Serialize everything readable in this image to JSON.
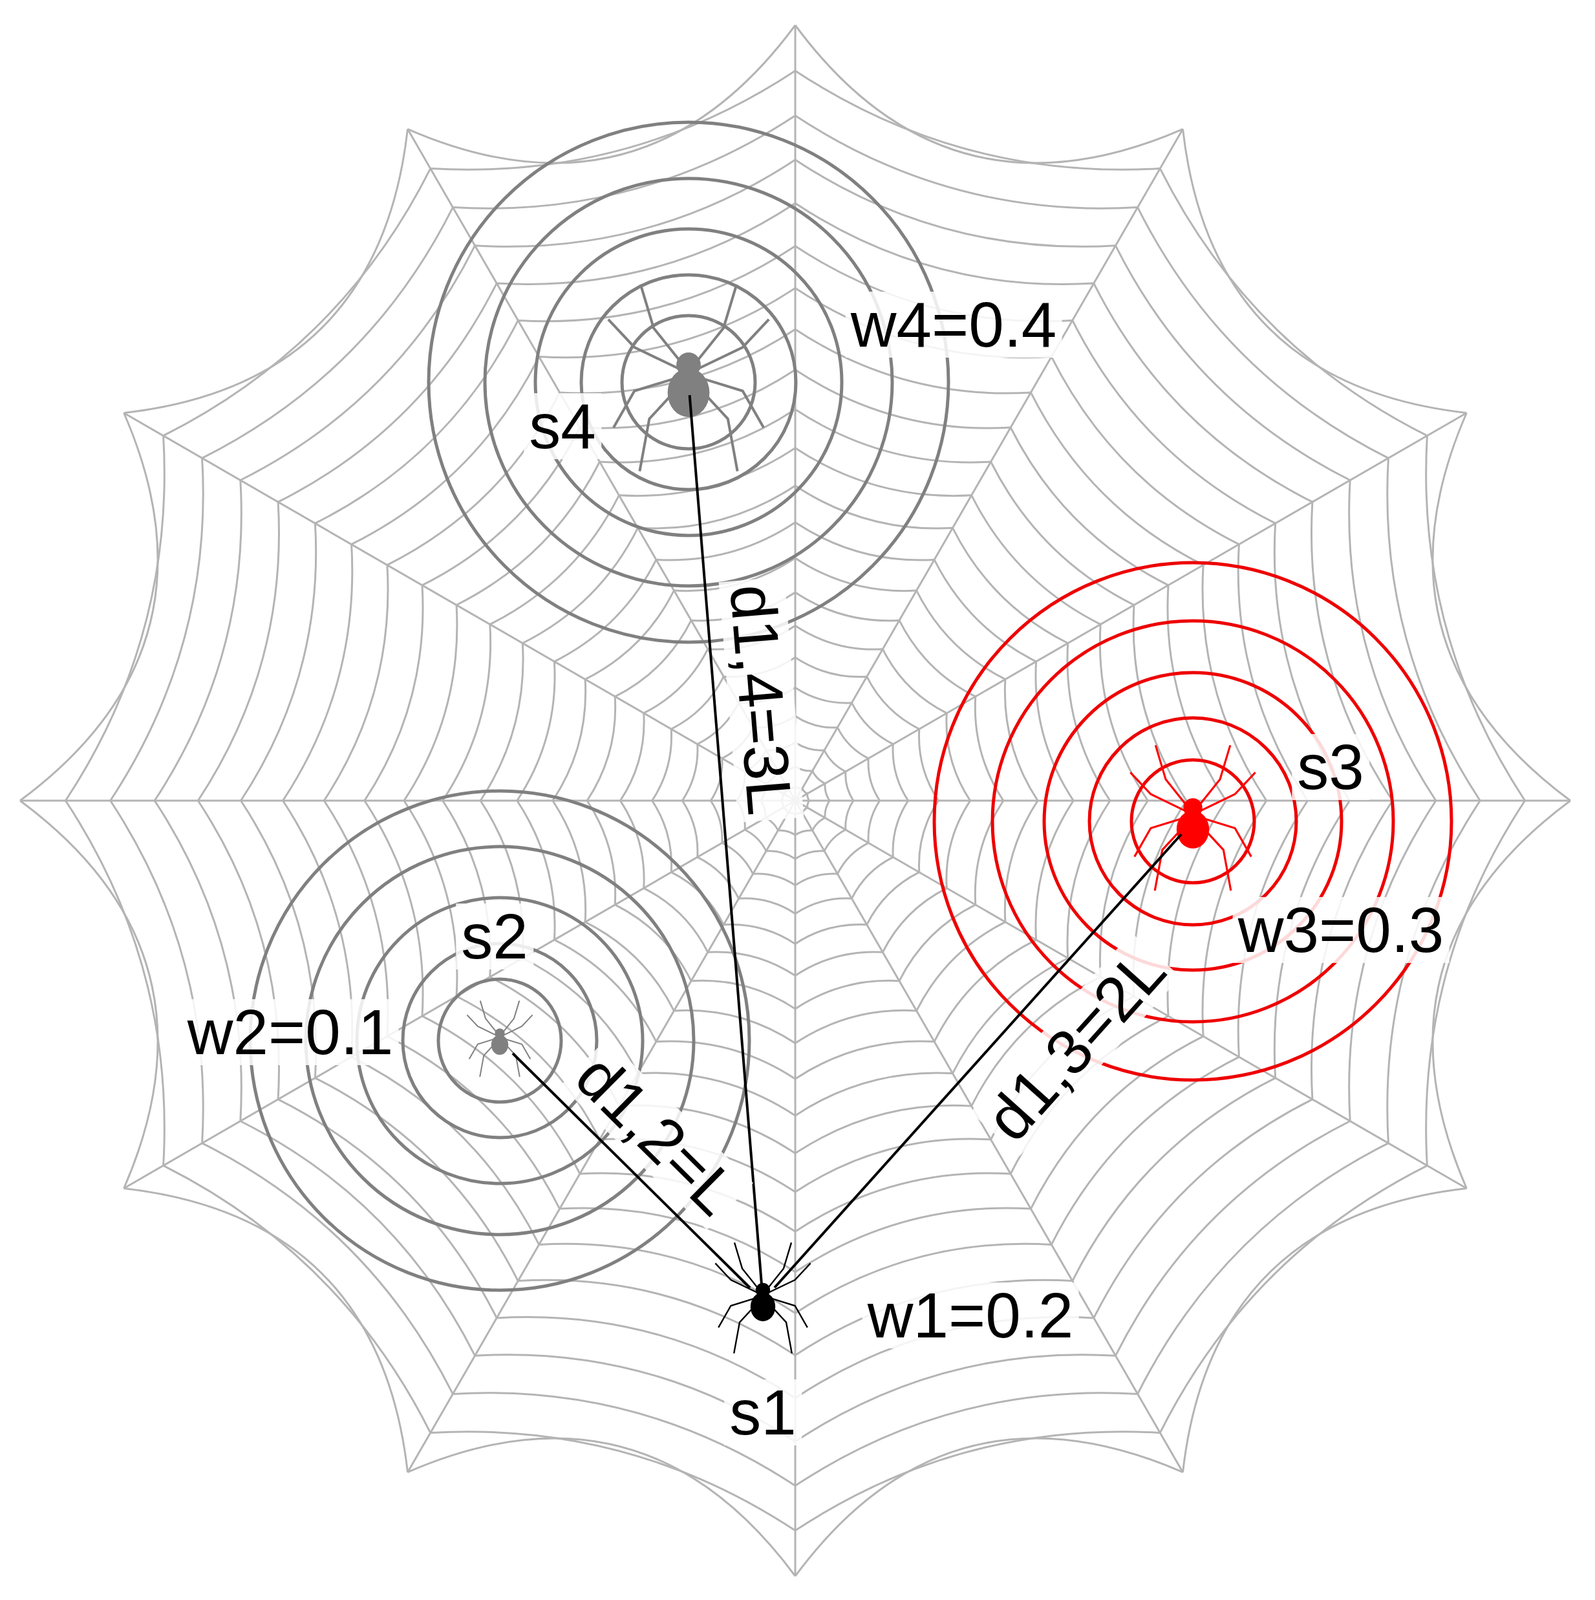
{
  "diagram": {
    "nodes": [
      {
        "text": [
          "s4",
          "w4=0.4"
        ]
      },
      {
        "text": [
          "s3",
          "w3=0.3"
        ]
      },
      {
        "text": [
          "s2",
          "w2=0.1"
        ]
      },
      {
        "text": [
          "s1",
          "w1=0.2"
        ]
      }
    ],
    "edges": [
      {
        "from": 3,
        "to": 2,
        "arrow": "none",
        "label": "d1,2=L"
      },
      {
        "from": 3,
        "to": 1,
        "arrow": "none",
        "label": "d1,3=2L"
      },
      {
        "from": 3,
        "to": 0,
        "arrow": "none",
        "label": "d1,4=3L"
      }
    ]
  }
}
